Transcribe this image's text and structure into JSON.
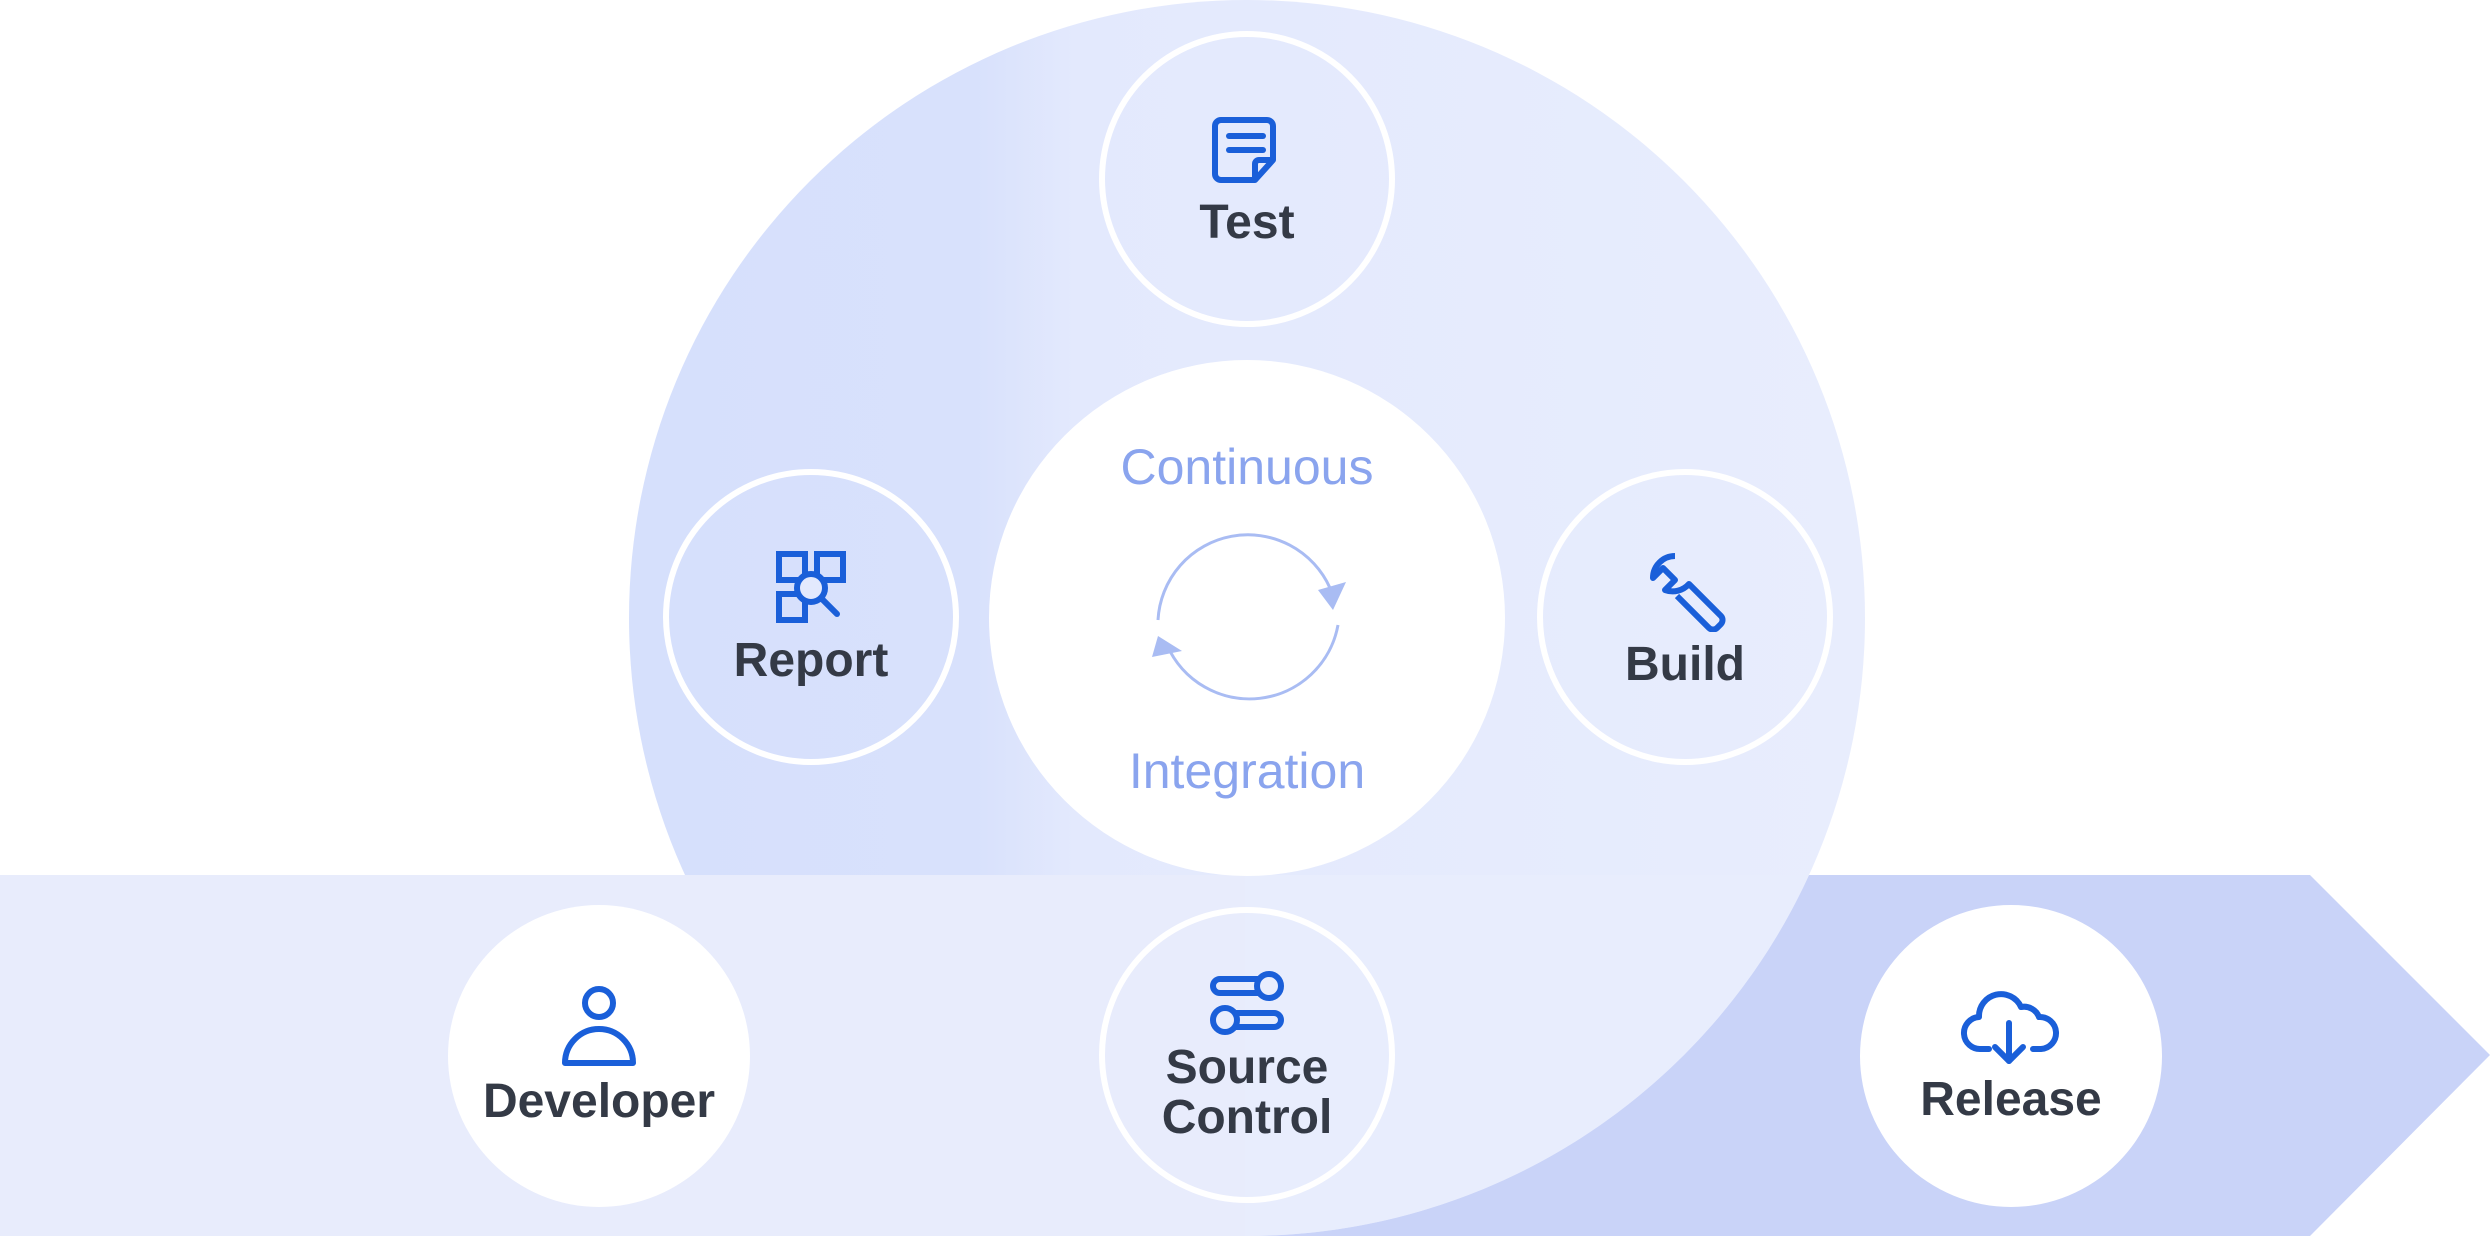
{
  "colors": {
    "arrow_left": "#e8ecfc",
    "arrow_right": "#c9d3f8",
    "big_circle_light": "#e8edfd",
    "big_circle_shade": "#d6e0fc",
    "icon_blue": "#1a5fd9",
    "label_dark": "#343a46",
    "ci_text": "#8aa4ee"
  },
  "center": {
    "title_top": "Continuous",
    "title_bottom": "Integration",
    "icon": "refresh-cycle-icon"
  },
  "nodes": {
    "test": {
      "label": "Test",
      "icon": "document-icon"
    },
    "report": {
      "label": "Report",
      "icon": "report-magnifier-icon"
    },
    "build": {
      "label": "Build",
      "icon": "wrench-icon"
    },
    "developer": {
      "label": "Developer",
      "icon": "person-icon"
    },
    "source_control": {
      "label_line1": "Source",
      "label_line2": "Control",
      "icon": "sliders-toggle-icon"
    },
    "release": {
      "label": "Release",
      "icon": "cloud-download-icon"
    }
  }
}
